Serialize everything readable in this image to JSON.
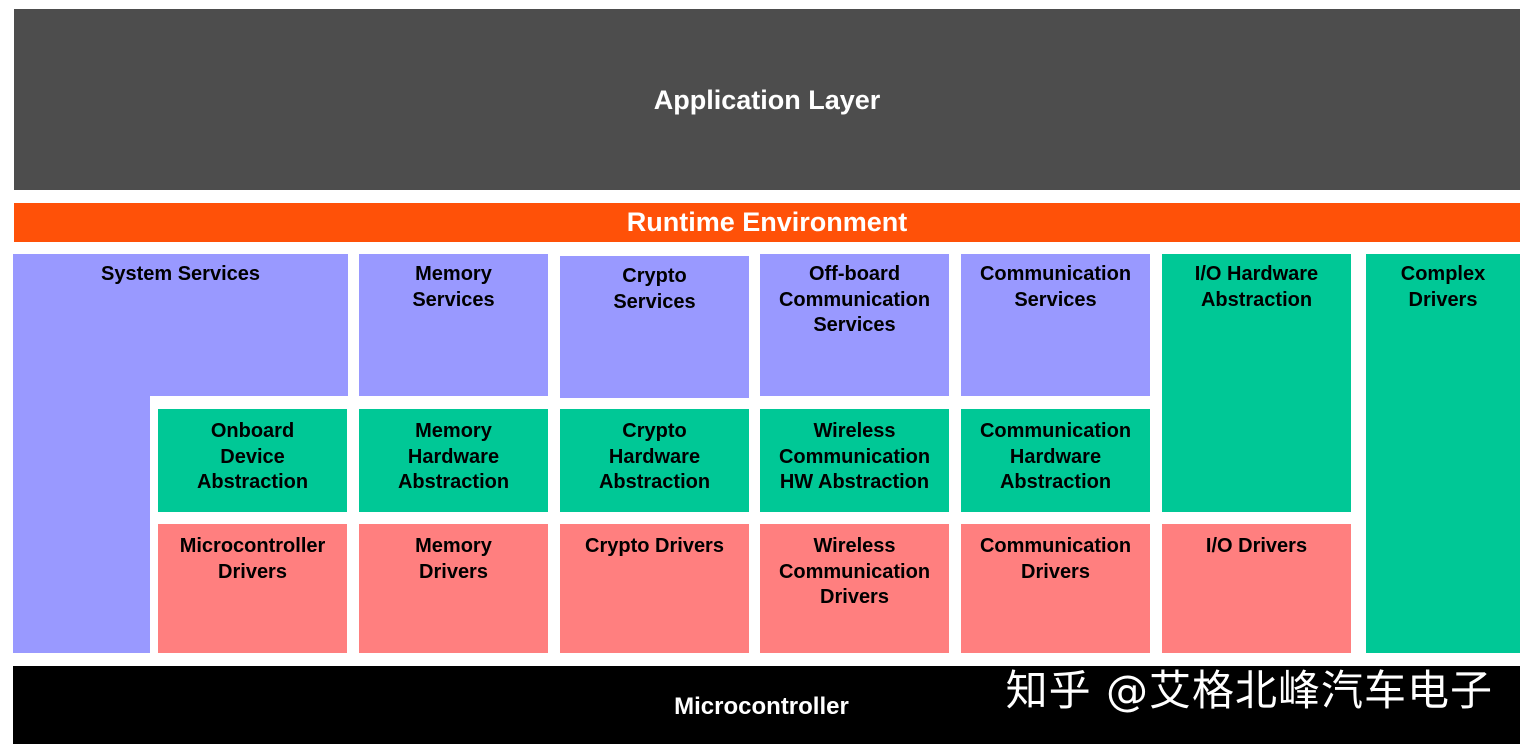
{
  "application_layer": {
    "label": "Application Layer",
    "color": "#4d4d4d"
  },
  "runtime_environment": {
    "label": "Runtime Environment",
    "color": "#ff5108"
  },
  "service_layer": {
    "system_services": [
      "System Services"
    ],
    "memory_services": [
      "Memory",
      "Services"
    ],
    "crypto_services": [
      "Crypto",
      "Services"
    ],
    "offboard_comm_services": [
      "Off-board",
      "Communication",
      "Services"
    ],
    "comm_services": [
      "Communication",
      "Services"
    ]
  },
  "abstraction_layer": {
    "onboard_device": [
      "Onboard",
      "Device",
      "Abstraction"
    ],
    "memory_hw": [
      "Memory",
      "Hardware",
      "Abstraction"
    ],
    "crypto_hw": [
      "Crypto",
      "Hardware",
      "Abstraction"
    ],
    "wireless_comm_hw": [
      "Wireless",
      "Communication",
      "HW Abstraction"
    ],
    "comm_hw": [
      "Communication",
      "Hardware",
      "Abstraction"
    ],
    "io_hw": [
      "I/O Hardware",
      "Abstraction"
    ]
  },
  "driver_layer": {
    "microcontroller_drivers": [
      "Microcontroller",
      "Drivers"
    ],
    "memory_drivers": [
      "Memory",
      "Drivers"
    ],
    "crypto_drivers": [
      "Crypto Drivers"
    ],
    "wireless_comm_drivers": [
      "Wireless",
      "Communication",
      "Drivers"
    ],
    "comm_drivers": [
      "Communication",
      "Drivers"
    ],
    "io_drivers": [
      "I/O Drivers"
    ]
  },
  "complex_drivers": [
    "Complex",
    "Drivers"
  ],
  "microcontroller": {
    "label": "Microcontroller",
    "color": "#000000"
  },
  "watermark": "知乎 @艾格北峰汽车电子",
  "colors": {
    "services": "#9999ff",
    "abstraction": "#00c896",
    "drivers": "#ff7f7f"
  }
}
